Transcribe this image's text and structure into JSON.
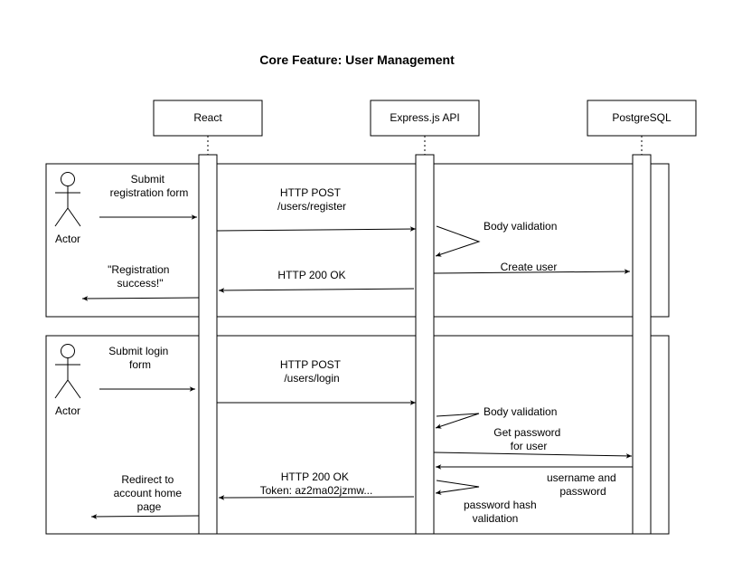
{
  "diagram": {
    "title": "Core Feature: User Management",
    "participants": [
      {
        "id": "react",
        "label": "React"
      },
      {
        "id": "api",
        "label": "Express.js API"
      },
      {
        "id": "db",
        "label": "PostgreSQL"
      }
    ],
    "fragments": [
      {
        "actor_label": "Actor",
        "messages": [
          {
            "label": "Submit\nregistration form"
          },
          {
            "label": "HTTP POST\n/users/register"
          },
          {
            "label": "Body validation"
          },
          {
            "label": "Create user"
          },
          {
            "label": "HTTP 200 OK"
          },
          {
            "label": "\"Registration\nsuccess!\""
          }
        ]
      },
      {
        "actor_label": "Actor",
        "messages": [
          {
            "label": "Submit login\nform"
          },
          {
            "label": "HTTP POST\n/users/login"
          },
          {
            "label": "Body validation"
          },
          {
            "label": "Get password\nfor user"
          },
          {
            "label": "username and\npassword"
          },
          {
            "label": "HTTP 200 OK\nToken: az2ma02jzmw..."
          },
          {
            "label": "password hash\nvalidation"
          },
          {
            "label": "Redirect to\naccount home\npage"
          }
        ]
      }
    ]
  }
}
